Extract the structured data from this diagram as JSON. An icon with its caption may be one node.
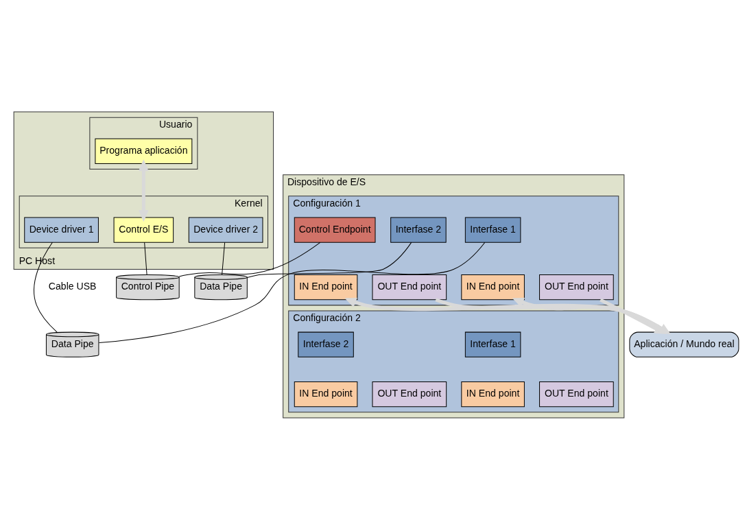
{
  "diagram": {
    "nodes": [
      {
        "text": [
          "PC Host"
        ]
      },
      {
        "text": [
          "Usuario"
        ],
        "in": 0
      },
      {
        "text": [
          "Programa aplicación"
        ],
        "in": 1
      },
      {
        "text": [
          "Kernel"
        ],
        "in": 0
      },
      {
        "text": [
          "Control E/S"
        ],
        "in": 3
      },
      {
        "text": [
          "Device driver 1"
        ],
        "in": 3
      },
      {
        "text": [
          "Device driver 2"
        ],
        "in": 3
      },
      {
        "text": [
          "Dispositivo de E/S"
        ]
      },
      {
        "text": [
          "Configuración 1"
        ],
        "in": 7
      },
      {
        "text": [
          "Interfase 1"
        ],
        "in": 8
      },
      {
        "text": [
          "IN End point"
        ],
        "in": 8
      },
      {
        "text": [
          "OUT End point"
        ],
        "in": 8
      },
      {
        "text": [
          "Control Endpoint"
        ],
        "in": 8
      },
      {
        "text": [
          "Interfase 2"
        ],
        "in": 8
      },
      {
        "text": [
          "IN End point"
        ],
        "in": 8
      },
      {
        "text": [
          "OUT End point"
        ],
        "in": 8
      },
      {
        "text": [
          "Configuración 2"
        ],
        "in": 7
      },
      {
        "text": [
          "Interfase 1"
        ],
        "in": 16
      },
      {
        "text": [
          "IN End point"
        ],
        "in": 16
      },
      {
        "text": [
          "OUT End point"
        ],
        "in": 16
      },
      {
        "text": [
          "Interfase 2"
        ],
        "in": 16
      },
      {
        "text": [
          "IN End point"
        ],
        "in": 16
      },
      {
        "text": [
          "OUT End point"
        ],
        "in": 16
      },
      {
        "text": [
          "Data Pipe"
        ]
      },
      {
        "text": [
          "Control Pipe"
        ]
      },
      {
        "text": [
          "Data Pipe"
        ]
      },
      {
        "text": [
          "Aplicación / Mundo real"
        ]
      }
    ],
    "edges": [
      {
        "from": 2,
        "to": 4,
        "arrow": "both",
        "style": "thick",
        "color": "#d9d9d9"
      },
      {
        "from": 5,
        "to": 23,
        "arrow": "none"
      },
      {
        "from": 23,
        "to": 9,
        "arrow": "none"
      },
      {
        "from": 4,
        "to": 24,
        "arrow": "none"
      },
      {
        "from": 24,
        "to": 12,
        "arrow": "none"
      },
      {
        "from": 6,
        "to": 25,
        "arrow": "none"
      },
      {
        "from": 25,
        "to": 13,
        "arrow": "none"
      },
      {
        "from": 26,
        "to": 10,
        "arrow": "to",
        "style": "thick",
        "color": "#d9d9d9"
      },
      {
        "from": 11,
        "to": 26,
        "arrow": "to",
        "style": "thick",
        "color": "#d9d9d9"
      },
      {
        "from": 26,
        "to": 14,
        "arrow": "to",
        "style": "thick",
        "color": "#d9d9d9"
      },
      {
        "from": 15,
        "to": 26,
        "arrow": "to",
        "style": "thick",
        "color": "#d9d9d9"
      }
    ],
    "labels": [
      "Cable USB"
    ]
  }
}
